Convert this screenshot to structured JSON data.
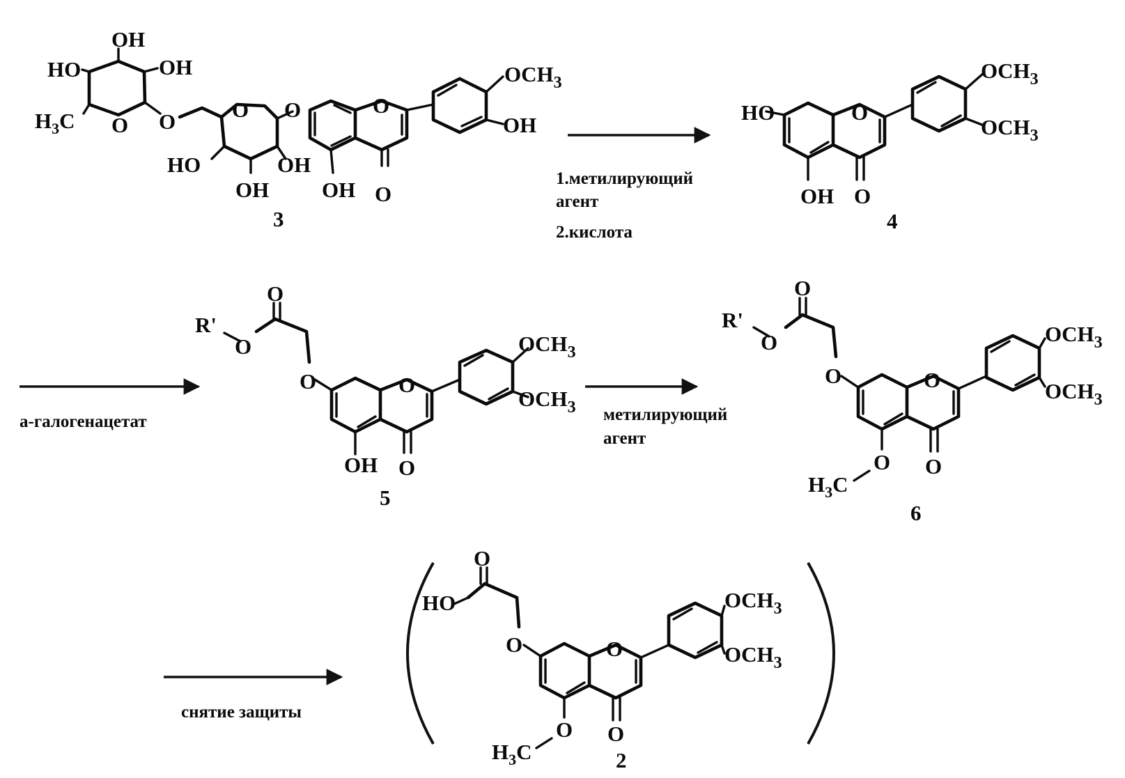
{
  "compounds": [
    {
      "id": "compound-3",
      "number": "3"
    },
    {
      "id": "compound-4",
      "number": "4"
    },
    {
      "id": "compound-5",
      "number": "5"
    },
    {
      "id": "compound-6",
      "number": "6"
    },
    {
      "id": "compound-2",
      "number": "2"
    }
  ],
  "atom_labels": {
    "OH": "OH",
    "HO": "HO",
    "O": "O",
    "OCH3": "OCH",
    "sub3": "3",
    "H3C_H": "H",
    "H3C_C": "C",
    "R": "R'"
  },
  "steps": {
    "step1": {
      "line1": "1.метилирующий",
      "line2": "агент",
      "line3": "2.кислота"
    },
    "step2": {
      "label": "a-галогенацетат"
    },
    "step3": {
      "line1": "метилирующий",
      "line2": "агент"
    },
    "step4": {
      "label": "снятие защиты"
    }
  }
}
